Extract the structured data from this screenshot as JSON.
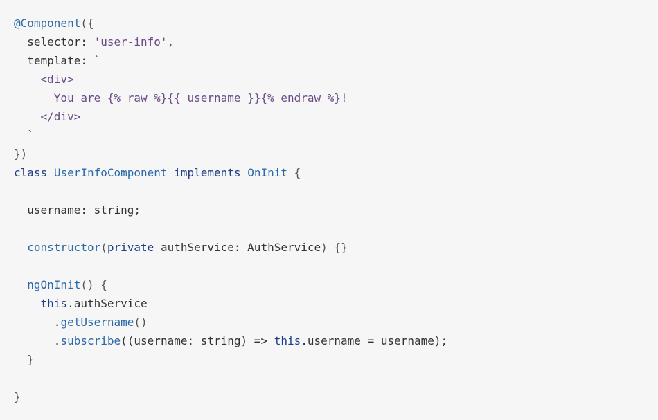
{
  "code": {
    "lines": [
      [
        {
          "t": "@Component",
          "c": "decorator"
        },
        {
          "t": "({",
          "c": "punct"
        }
      ],
      [
        {
          "t": "  selector: ",
          "c": "plain"
        },
        {
          "t": "'user-info'",
          "c": "string"
        },
        {
          "t": ",",
          "c": "punct"
        }
      ],
      [
        {
          "t": "  template: ",
          "c": "plain"
        },
        {
          "t": "`",
          "c": "string"
        }
      ],
      [
        {
          "t": "    <div>",
          "c": "string"
        }
      ],
      [
        {
          "t": "      You are {% raw %}{{ username }}{% endraw %}!",
          "c": "string"
        }
      ],
      [
        {
          "t": "    </div>",
          "c": "string"
        }
      ],
      [
        {
          "t": "  `",
          "c": "string"
        }
      ],
      [
        {
          "t": "})",
          "c": "punct"
        }
      ],
      [
        {
          "t": "class",
          "c": "keyword"
        },
        {
          "t": " ",
          "c": "plain"
        },
        {
          "t": "UserInfoComponent",
          "c": "class"
        },
        {
          "t": " ",
          "c": "plain"
        },
        {
          "t": "implements",
          "c": "keyword"
        },
        {
          "t": " ",
          "c": "plain"
        },
        {
          "t": "OnInit",
          "c": "class"
        },
        {
          "t": " {",
          "c": "punct"
        }
      ],
      [],
      [
        {
          "t": "  username: string;",
          "c": "plain"
        }
      ],
      [],
      [
        {
          "t": "  ",
          "c": "plain"
        },
        {
          "t": "constructor",
          "c": "fn"
        },
        {
          "t": "(",
          "c": "punct"
        },
        {
          "t": "private",
          "c": "keyword"
        },
        {
          "t": " authService: AuthService",
          "c": "plain"
        },
        {
          "t": ") {}",
          "c": "punct"
        }
      ],
      [],
      [
        {
          "t": "  ",
          "c": "plain"
        },
        {
          "t": "ngOnInit",
          "c": "fn"
        },
        {
          "t": "() {",
          "c": "punct"
        }
      ],
      [
        {
          "t": "    ",
          "c": "plain"
        },
        {
          "t": "this",
          "c": "keyword"
        },
        {
          "t": ".authService",
          "c": "plain"
        }
      ],
      [
        {
          "t": "      .",
          "c": "plain"
        },
        {
          "t": "getUsername",
          "c": "fn"
        },
        {
          "t": "()",
          "c": "punct"
        }
      ],
      [
        {
          "t": "      .",
          "c": "plain"
        },
        {
          "t": "subscribe",
          "c": "fn"
        },
        {
          "t": "((username: string) => ",
          "c": "plain"
        },
        {
          "t": "this",
          "c": "keyword"
        },
        {
          "t": ".username = username);",
          "c": "plain"
        }
      ],
      [
        {
          "t": "  }",
          "c": "punct"
        }
      ],
      [],
      [
        {
          "t": "}",
          "c": "punct"
        }
      ]
    ]
  },
  "colors": {
    "background": "#f6f6f6",
    "plain": "#333333",
    "keyword": "#1d3f86",
    "identifier": "#2b6aa8",
    "string": "#6a4a86"
  }
}
